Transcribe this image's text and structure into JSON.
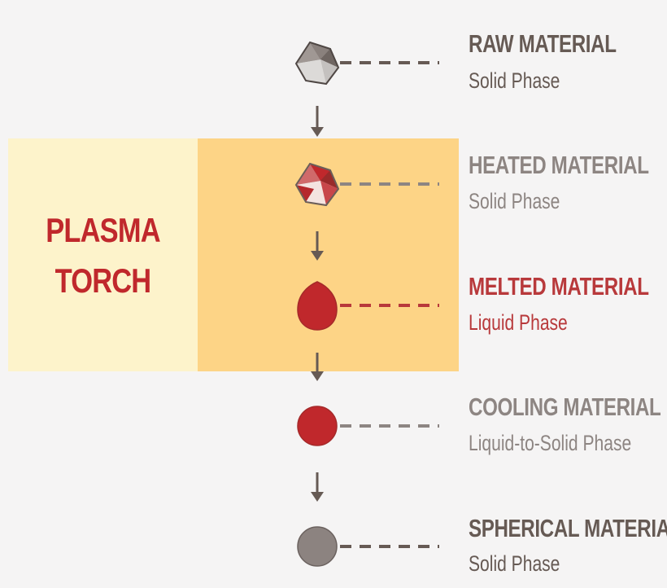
{
  "zone": {
    "label_line1": "PLASMA",
    "label_line2": "TORCH"
  },
  "stages": [
    {
      "title": "RAW MATERIAL",
      "subtitle": "Solid Phase",
      "shape": "grey-polyhedron-icon"
    },
    {
      "title": "HEATED MATERIAL",
      "subtitle": "Solid Phase",
      "shape": "red-polyhedron-icon"
    },
    {
      "title": "MELTED MATERIAL",
      "subtitle": "Liquid Phase",
      "shape": "red-droplet-icon"
    },
    {
      "title": "COOLING MATERIAL",
      "subtitle": "Liquid-to-Solid Phase",
      "shape": "red-sphere-icon"
    },
    {
      "title": "SPHERICAL MATERIAL",
      "subtitle": "Solid Phase",
      "shape": "grey-sphere-icon"
    }
  ],
  "colors": {
    "background": "#f5f4f4",
    "zone_light": "#fdf3cb",
    "zone_dark": "#fdd486",
    "plasma_red": "#c0282c",
    "text_dark": "#665a54",
    "text_gray": "#8d8582",
    "text_red": "#b8393b",
    "particle_grey": "#8c8380",
    "particle_red": "#c0282c"
  }
}
